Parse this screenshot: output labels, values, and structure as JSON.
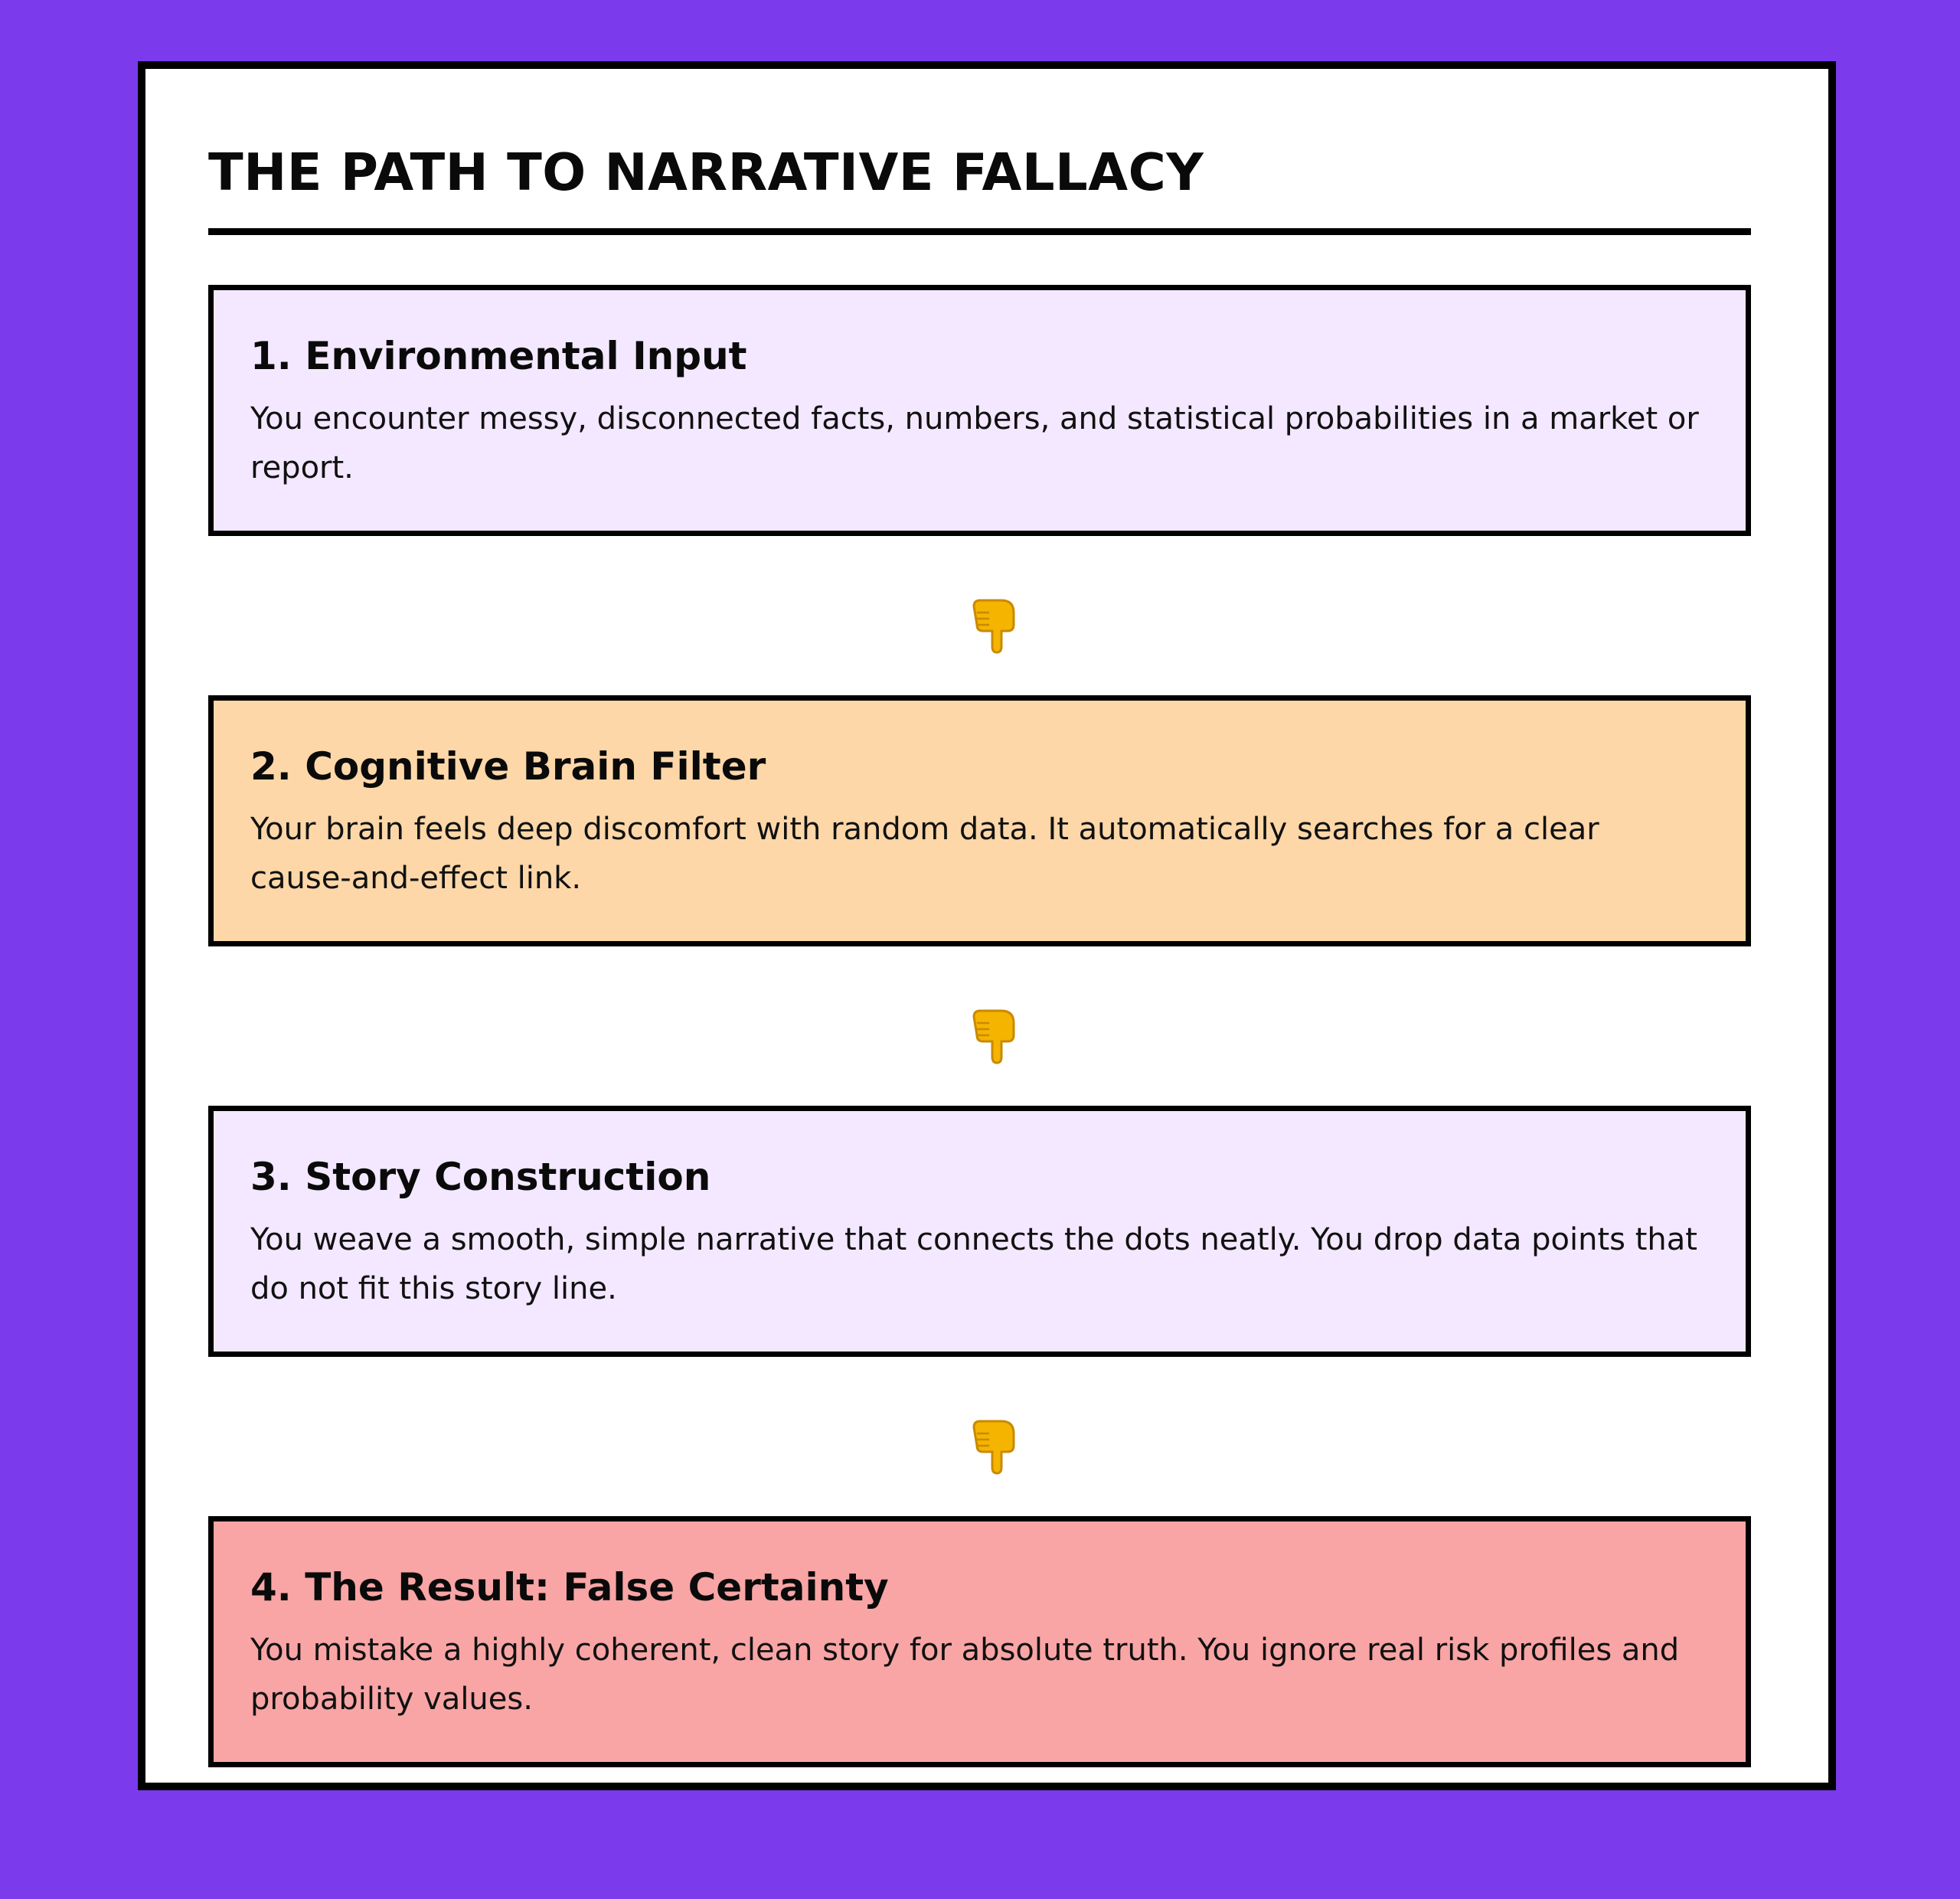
{
  "title": "THE PATH TO NARRATIVE FALLACY",
  "steps": [
    {
      "title": "1. Environmental Input",
      "description": "You encounter messy, disconnected facts, numbers, and statistical probabilities in a market or report.",
      "color": "#f3e8ff"
    },
    {
      "title": "2. Cognitive Brain Filter",
      "description": "Your brain feels deep discomfort with random data. It automatically searches for a clear cause-and-effect link.",
      "color": "#fdd7a8"
    },
    {
      "title": "3. Story Construction",
      "description": "You weave a smooth, simple narrative that connects the dots neatly. You drop data points that do not fit this story line.",
      "color": "#f3e8ff"
    },
    {
      "title": "4. The Result: False Certainty",
      "description": "You mistake a highly coherent, clean story for absolute truth. You ignore real risk profiles and probability values.",
      "color": "#f9a5a5"
    }
  ],
  "arrow_icon": "pointing-down-hand-icon",
  "colors": {
    "background": "#7c3aed",
    "card": "#ffffff",
    "border": "#000000"
  }
}
